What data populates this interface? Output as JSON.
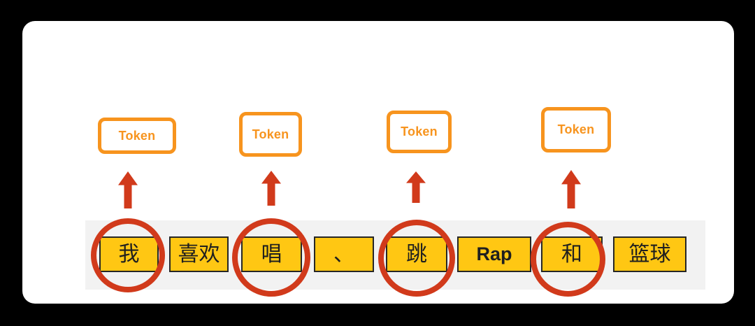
{
  "diagram": {
    "token_boxes": [
      {
        "label": "Token"
      },
      {
        "label": "Token"
      },
      {
        "label": "Token"
      },
      {
        "label": "Token"
      }
    ],
    "tokens": [
      {
        "text": "我",
        "circled": true
      },
      {
        "text": "喜欢",
        "circled": false
      },
      {
        "text": "唱",
        "circled": true
      },
      {
        "text": "、",
        "circled": false
      },
      {
        "text": "跳",
        "circled": true
      },
      {
        "text": "Rap",
        "circled": false
      },
      {
        "text": "和",
        "circled": true
      },
      {
        "text": "篮球",
        "circled": false
      }
    ]
  },
  "icons": {
    "arrow": "up-arrow-icon",
    "ring": "highlight-ring-icon"
  },
  "colors": {
    "frame_black": "#000000",
    "panel_white": "#ffffff",
    "strip_gray": "#f2f2f2",
    "accent_orange": "#f7941e",
    "arrow_red": "#d13a1b",
    "token_yellow": "#ffc713",
    "text_black": "#1f1f1f"
  }
}
